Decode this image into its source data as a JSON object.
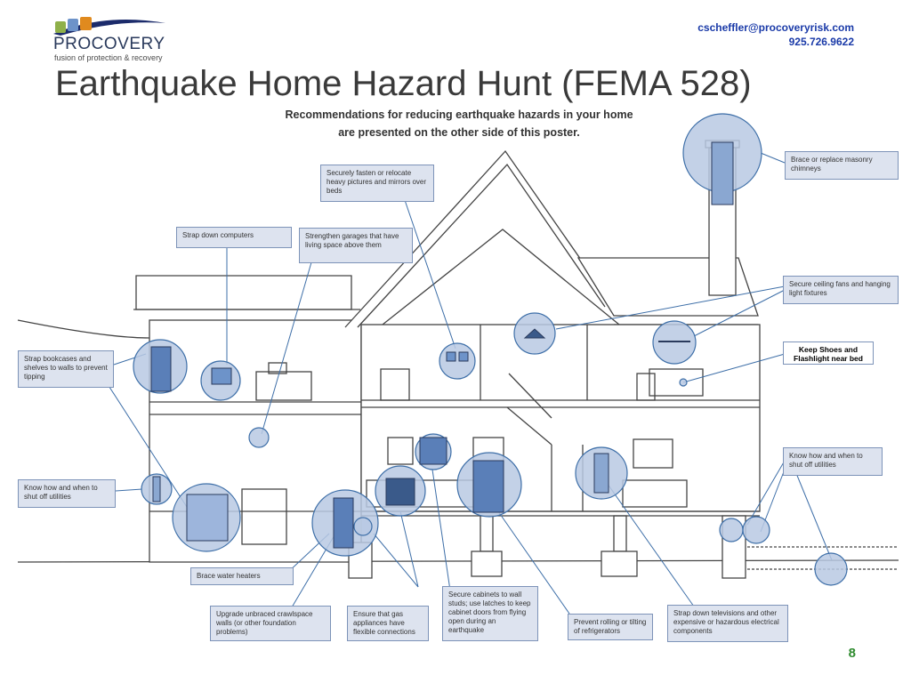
{
  "header": {
    "logo_word": "PROCOVERY",
    "logo_tagline": "fusion of protection & recovery",
    "email": "cscheffler@procoveryrisk.com",
    "phone": "925.726.9622",
    "title": "Earthquake Home Hazard Hunt (FEMA 528)",
    "subtitle_line1": "Recommendations for reducing earthquake hazards in your home",
    "subtitle_line2": "are presented on the other side of this poster."
  },
  "labels": {
    "chimney": "Brace or replace masonry chimneys",
    "pictures": "Securely fasten or relocate heavy pictures and mirrors over beds",
    "garages": "Strengthen garages that have living space above them",
    "computers": "Strap down computers",
    "ceiling_fans": "Secure ceiling fans and hanging light fixtures",
    "shoes": "Keep Shoes and Flashlight near bed",
    "bookcases": "Strap bookcases and shelves to walls to prevent tipping",
    "utilities_left": "Know how and when to shut off utilities",
    "utilities_right": "Know how and when to shut off utilities",
    "water_heaters": "Brace water heaters",
    "crawlspace": "Upgrade unbraced crawlspace walls (or other foundation problems)",
    "gas": "Ensure that gas appliances have flexible connections",
    "cabinets": "Secure cabinets to wall studs; use latches to keep cabinet doors from flying open during an earthquake",
    "refrigerators": "Prevent rolling or tilting of refrigerators",
    "televisions": "Strap down televisions and other expensive or hazardous electrical components"
  },
  "footer": {
    "page_number": "8"
  },
  "colors": {
    "accent_blue": "#1a3aa8",
    "circle_fill": "#b9c9e3",
    "line": "#3e6fa8",
    "label_fill": "#dde3ef",
    "page_green": "#2e8b2e"
  }
}
